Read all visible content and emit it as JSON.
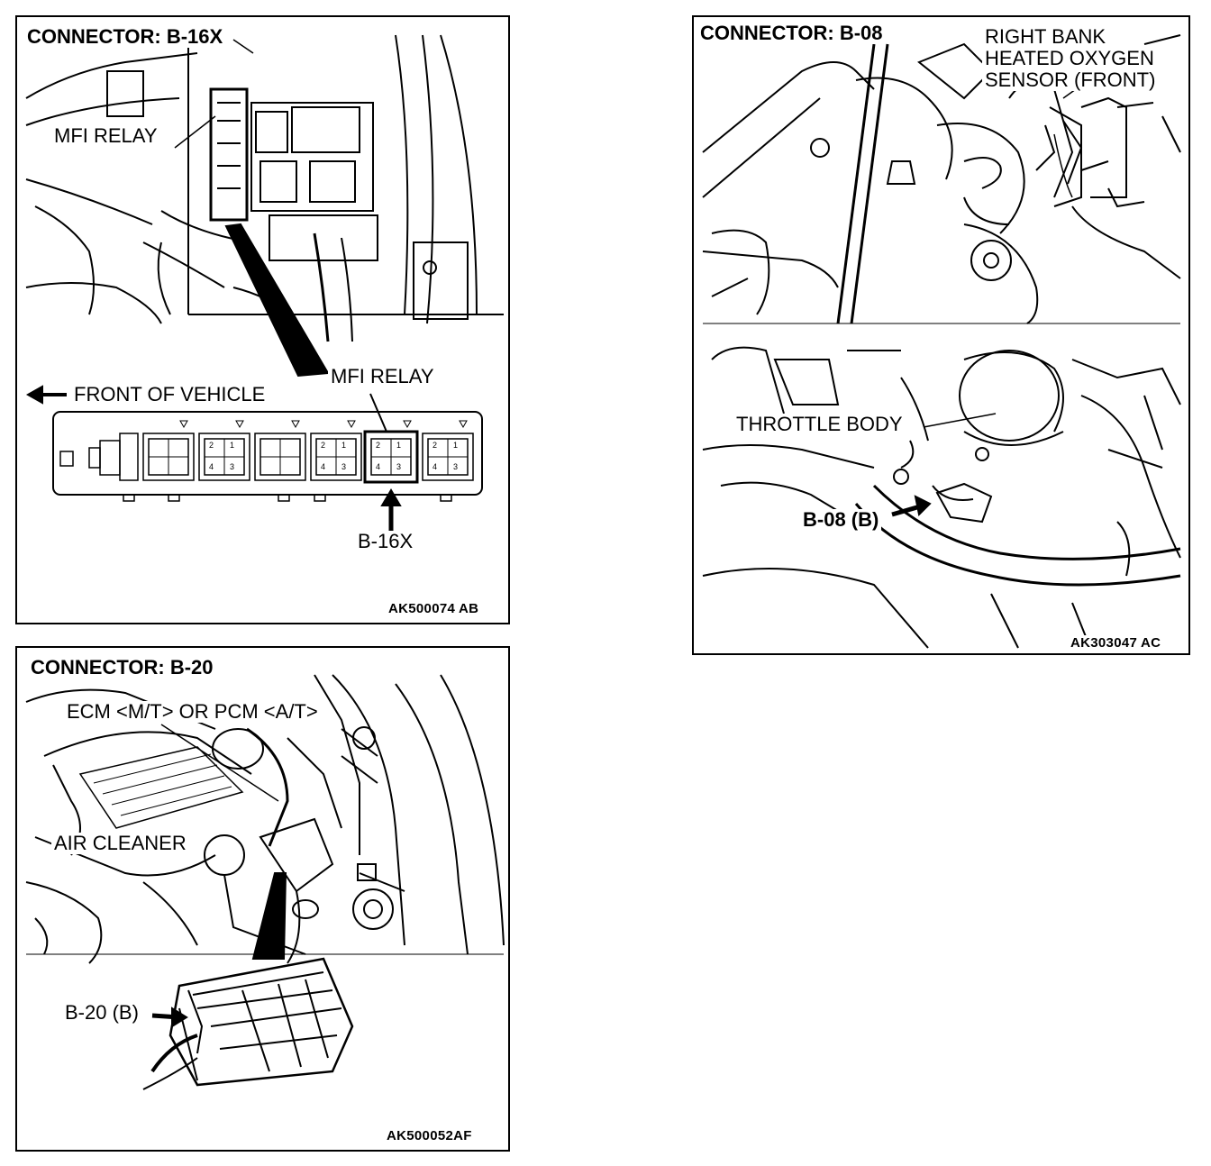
{
  "panels": {
    "b16x": {
      "title": "CONNECTOR: B-16X",
      "mfi_relay_top": "MFI RELAY",
      "mfi_relay_detail": "MFI RELAY",
      "front_of_vehicle": "FRONT OF VEHICLE",
      "connector_label": "B-16X",
      "figure_code": "AK500074 AB",
      "relay_pins": [
        "2",
        "1",
        "4",
        "3"
      ]
    },
    "b08": {
      "title": "CONNECTOR: B-08",
      "sensor_label_lines": [
        "RIGHT BANK",
        "HEATED OXYGEN",
        "SENSOR (FRONT)"
      ],
      "throttle_body": "THROTTLE BODY",
      "connector_label": "B-08 (B)",
      "figure_code": "AK303047 AC"
    },
    "b20": {
      "title": "CONNECTOR: B-20",
      "ecm_label": "ECM <M/T> OR PCM <A/T>",
      "air_cleaner": "AIR CLEANER",
      "connector_label": "B-20 (B)",
      "figure_code": "AK500052AF"
    }
  },
  "colors": {
    "line": "#000000",
    "background": "#ffffff"
  }
}
